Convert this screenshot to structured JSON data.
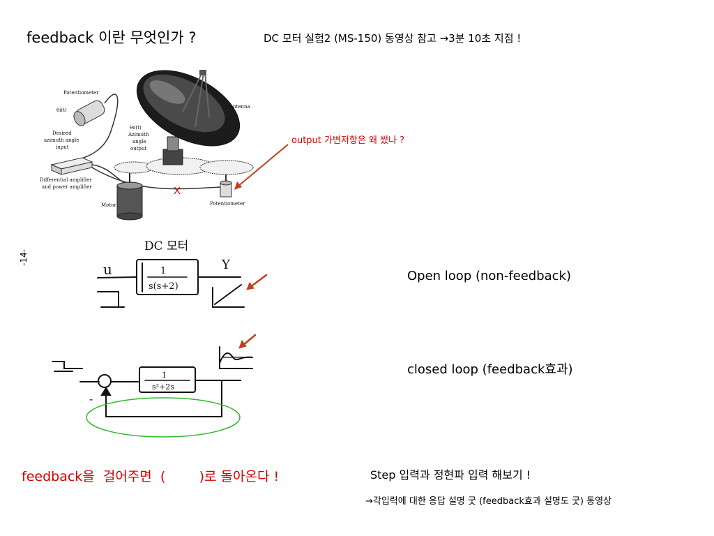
{
  "header": {
    "title": "feedback 이란 무엇인가 ?",
    "reference": "DC 모터 실험2 (MS-150) 동영상 참고 →3분 10초 지점 !"
  },
  "antenna_figure": {
    "labels": {
      "potentiometer_top": "Potentiometer",
      "theta_i": "θi(t)",
      "desired": "Desired",
      "azimuth_input_1": "azimuth angle",
      "azimuth_input_2": "input",
      "theta_o": "θo(t)",
      "azimuth_output_1": "Azimuth",
      "azimuth_output_2": "angle",
      "azimuth_output_3": "output",
      "antenna": "Antenna",
      "amp_1": "Differential amplifier",
      "amp_2": "and power amplifier",
      "motor": "Motor",
      "potentiometer_bottom": "Potentiometer",
      "mark_x": "X"
    },
    "question": "output 가변저항은 왜 썼나 ?",
    "colors": {
      "annotation": "#d40000",
      "arrow": "#c0401a"
    }
  },
  "diagrams": {
    "open_loop": {
      "handwritten_title": "DC 모터",
      "input": "u",
      "output": "Y",
      "tf_num": "1",
      "tf_den": "s(s+2)",
      "caption": "Open loop (non-feedback)"
    },
    "closed_loop": {
      "tf_num": "1",
      "tf_den": "s²+2s",
      "minus": "-",
      "caption": "closed loop (feedback효과)",
      "loop_highlight_color": "#2db82d"
    }
  },
  "page_number": "-14-",
  "footer": {
    "statement": "feedback을  걸어주면  (        )로 돌아온다 !",
    "task": "Step 입력과 정현파 입력 해보기 !",
    "note": "→각입력에 대한 응답 설명 굿 (feedback효과 설명도 굿) 동영상"
  }
}
